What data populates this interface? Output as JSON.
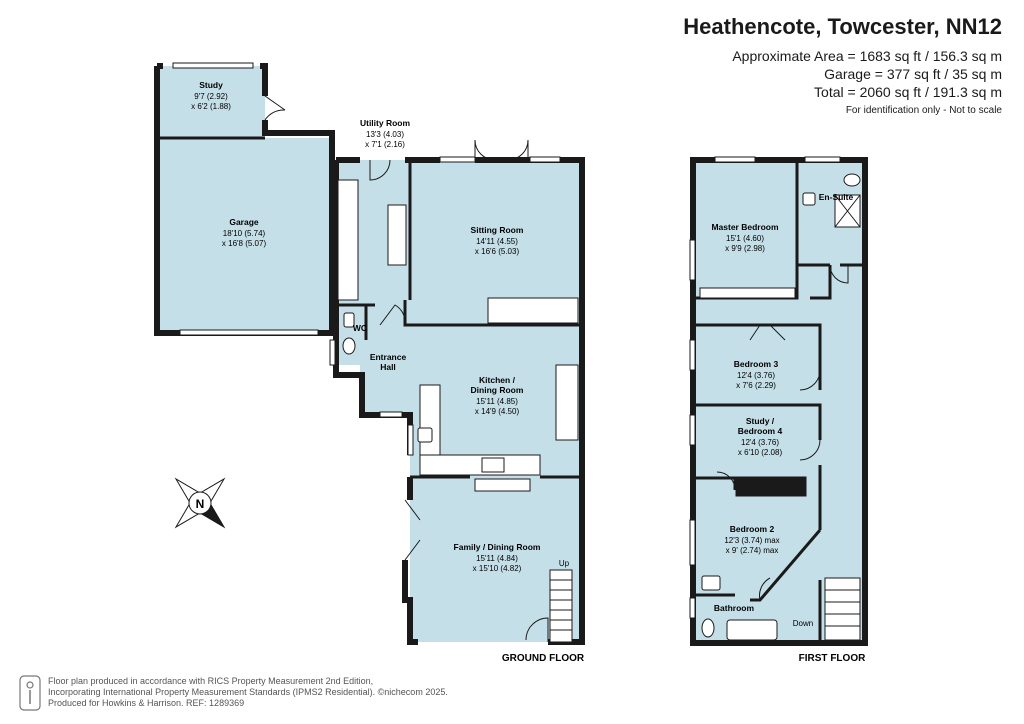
{
  "header": {
    "title": "Heathencote, Towcester, NN12",
    "area_lines": [
      "Approximate Area = 1683 sq ft / 156.3 sq m",
      "Garage = 377 sq ft / 35 sq m",
      "Total = 2060 sq ft / 191.3 sq m"
    ],
    "note": "For identification only - Not to scale"
  },
  "colors": {
    "room_fill": "#c5dfe8",
    "wall": "#1a1a1a"
  },
  "rooms": {
    "study": {
      "name": "Study",
      "dims": [
        "9'7 (2.92)",
        "x 6'2 (1.88)"
      ]
    },
    "utility": {
      "name": "Utility Room",
      "dims": [
        "13'3 (4.03)",
        "x 7'1 (2.16)"
      ]
    },
    "garage": {
      "name": "Garage",
      "dims": [
        "18'10 (5.74)",
        "x 16'8 (5.07)"
      ]
    },
    "sitting": {
      "name": "Sitting Room",
      "dims": [
        "14'11 (4.55)",
        "x 16'6 (5.03)"
      ]
    },
    "wc": {
      "name": "WC"
    },
    "entrance": {
      "name": [
        "Entrance",
        "Hall"
      ]
    },
    "kitchen": {
      "name": [
        "Kitchen /",
        "Dining Room"
      ],
      "dims": [
        "15'11 (4.85)",
        "x 14'9 (4.50)"
      ]
    },
    "family": {
      "name": "Family / Dining Room",
      "dims": [
        "15'11 (4.84)",
        "x 15'10 (4.82)"
      ]
    },
    "up": "Up",
    "master": {
      "name": "Master Bedroom",
      "dims": [
        "15'1 (4.60)",
        "x 9'9 (2.98)"
      ]
    },
    "ensuite": {
      "name": "En-Suite"
    },
    "bed3": {
      "name": "Bedroom 3",
      "dims": [
        "12'4 (3.76)",
        "x 7'6 (2.29)"
      ]
    },
    "study4": {
      "name": [
        "Study /",
        "Bedroom 4"
      ],
      "dims": [
        "12'4 (3.76)",
        "x 6'10 (2.08)"
      ]
    },
    "bed2": {
      "name": "Bedroom 2",
      "dims": [
        "12'3 (3.74) max",
        "x 9' (2.74) max"
      ]
    },
    "bathroom": {
      "name": "Bathroom"
    },
    "down": "Down"
  },
  "floors": {
    "ground": "GROUND FLOOR",
    "first": "FIRST FLOOR"
  },
  "compass": {
    "letter": "N"
  },
  "footer": [
    "Floor plan produced in accordance with RICS Property Measurement 2nd Edition,",
    "Incorporating International Property Measurement Standards (IPMS2 Residential). ©nichecom 2025.",
    "Produced for Howkins & Harrison.   REF: 1289369"
  ]
}
